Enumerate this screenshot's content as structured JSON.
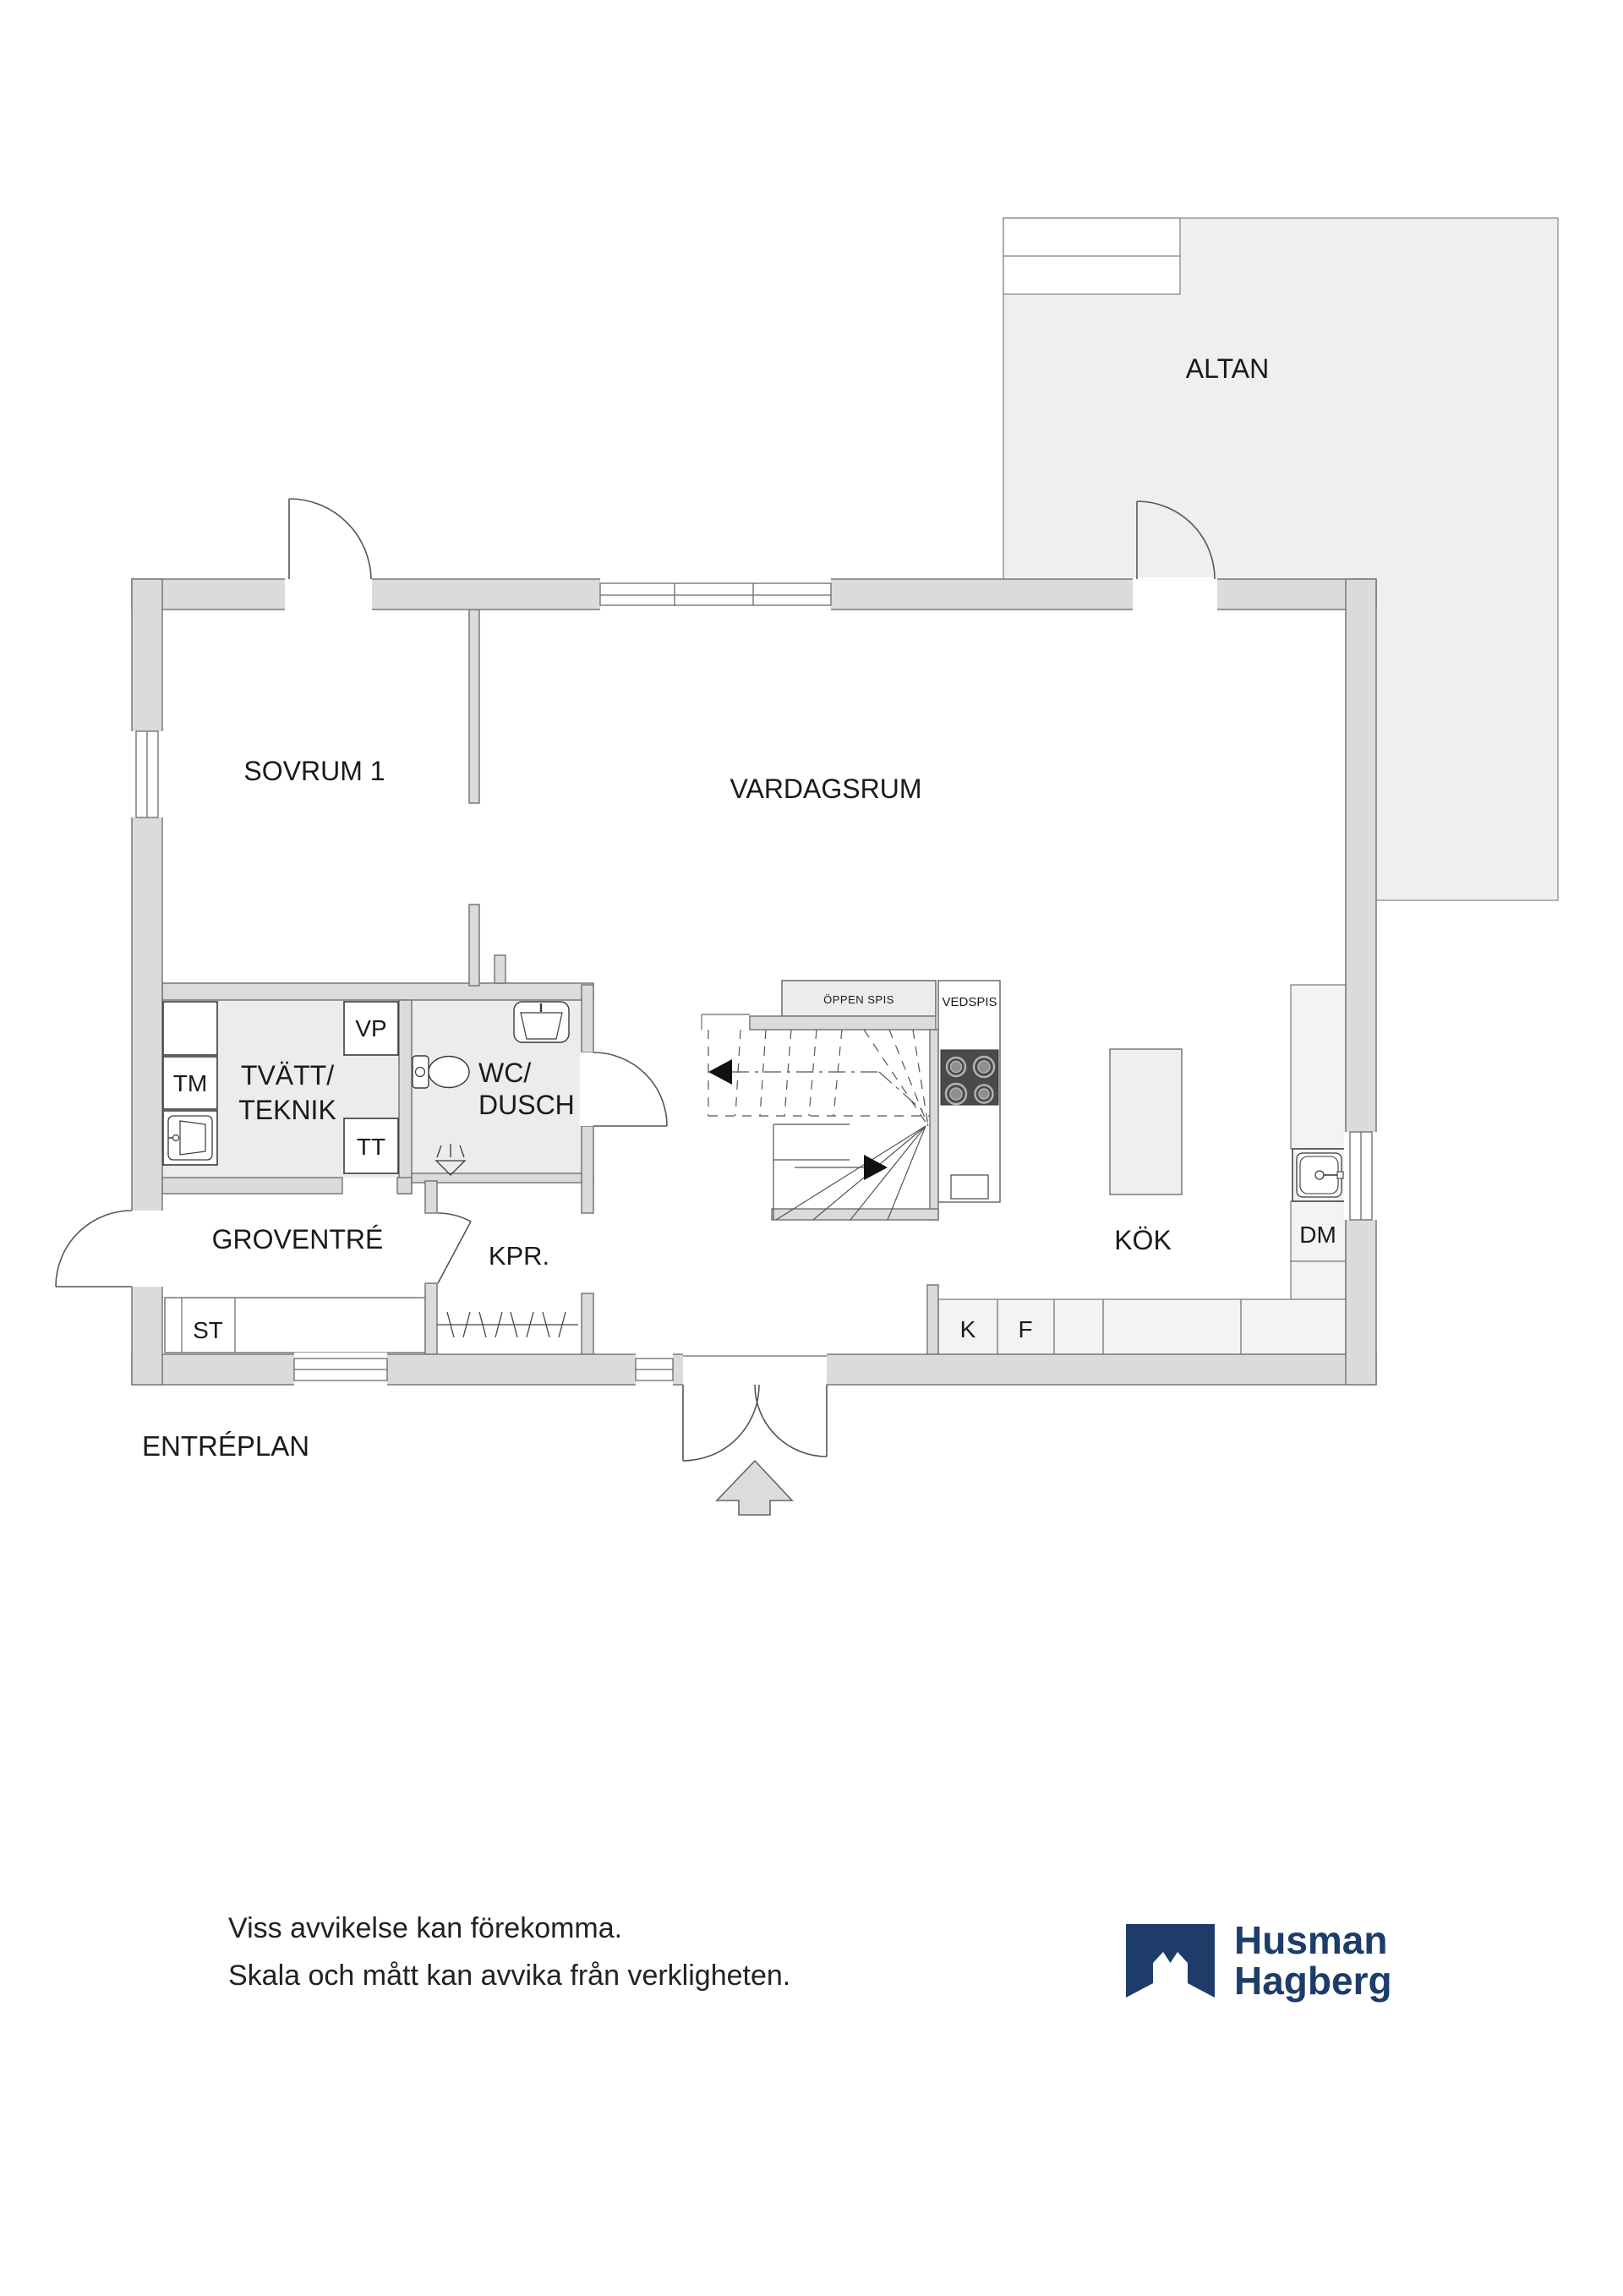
{
  "plan": {
    "floor_label": "ENTRÉPLAN",
    "rooms": {
      "altan": "ALTAN",
      "sovrum1": "SOVRUM 1",
      "vardagsrum": "VARDAGSRUM",
      "tvatt_line1": "TVÄTT/",
      "tvatt_line2": "TEKNIK",
      "wc_line1": "WC/",
      "wc_line2": "DUSCH",
      "groventre": "GROVENTRÉ",
      "kpr": "KPR.",
      "kok": "KÖK"
    },
    "fixtures": {
      "tm": "TM",
      "vp": "VP",
      "tt": "TT",
      "st": "ST",
      "dm": "DM",
      "k": "K",
      "f": "F",
      "oppen_spis": "ÖPPEN SPIS",
      "vedspis": "VEDSPIS"
    }
  },
  "footer": {
    "disclaimer_line1": "Viss avvikelse kan förekomma.",
    "disclaimer_line2": "Skala och mått kan avvika från verkligheten.",
    "brand_line1": "Husman",
    "brand_line2": "Hagberg"
  },
  "colors": {
    "wall_fill": "#dbdbdb",
    "wall_stroke": "#707070",
    "room_fill": "#ececec",
    "altan_fill": "#efefef",
    "counter_fill": "#f3f3f3",
    "text": "#1a1a1a",
    "brand_navy": "#1d3c69",
    "stove_dark": "#4a4a4a"
  }
}
